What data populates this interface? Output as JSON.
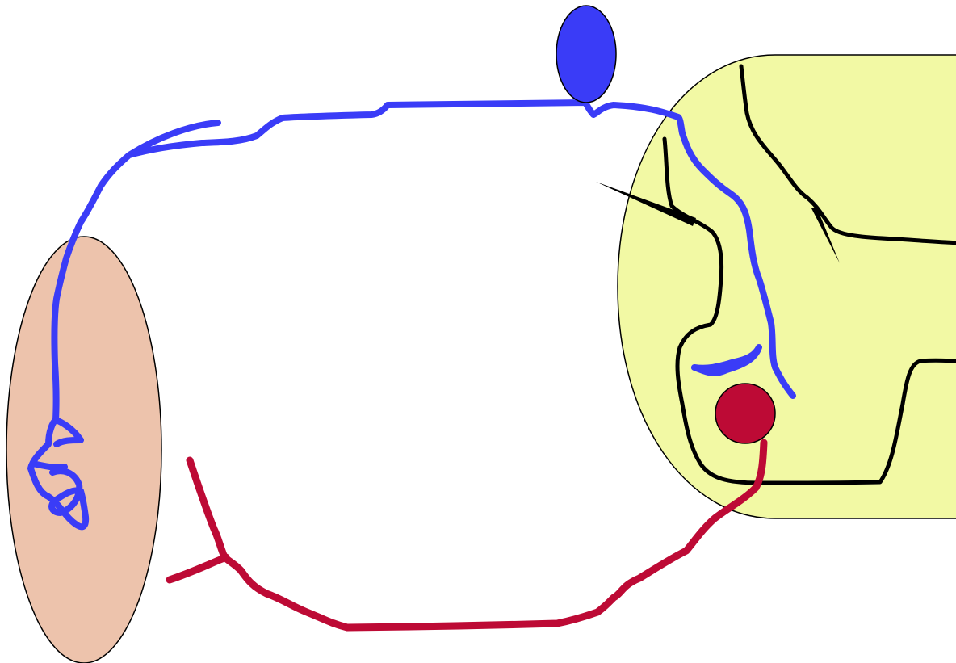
{
  "diagram": {
    "colors": {
      "background": "#ffffff",
      "target_region_fill": "#f2f9a4",
      "peripheral_region_fill": "#edc3ac",
      "outline": "#000000",
      "blue_pathway": "#3a3cf7",
      "red_pathway": "#bd0a35",
      "blue_cell_body": "#3a3cf7",
      "red_cell_body": "#bd0a35",
      "internal_tracts": "#000000"
    },
    "elements": [
      "target-region",
      "peripheral-region",
      "internal-tract-lines",
      "blue-neuron-cell-body",
      "blue-neuron-fiber",
      "red-neuron-cell-body",
      "red-neuron-fiber"
    ]
  }
}
